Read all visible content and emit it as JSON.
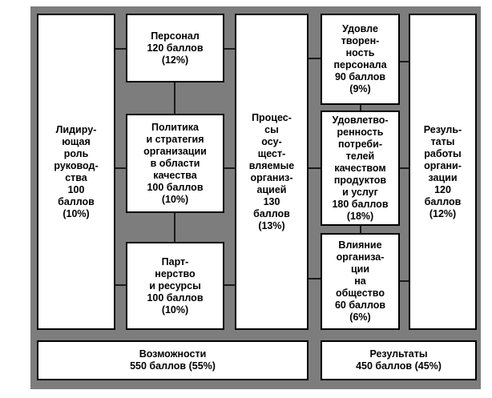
{
  "boxes": {
    "leadership": "Лидиру-\nющая\nроль\nруковод-\nства\n100\nбаллов\n(10%)",
    "personnel": "Персонал\n120 баллов\n(12%)",
    "policy": "Политика\nи стратегия\nорганизации\nв области\nкачества\n100 баллов\n(10%)",
    "partnership": "Парт-\nнерство\nи ресурсы\n100 баллов\n(10%)",
    "processes": "Процес-\nсы\nосу-\nщест-\nвляемые\nорганиз-\nацией\n130\nбаллов\n(13%)",
    "staff_satisfaction": "Удовле\nтворен-\nность\nперсонала\n90 баллов\n(9%)",
    "customer_satisfaction": "Удовлетво-\nренность\nпотреби-\nтелей\nкачеством\nпродуктов\nи услуг\n180 баллов\n(18%)",
    "society_impact": "Влияние\nорганиза-\nции\nна\nобщество\n60 баллов\n(6%)",
    "results": "Резуль-\nтаты\nработы\nоргани-\nзации\n120\nбаллов\n(12%)",
    "enablers_total": "Возможности\n550 баллов (55%)",
    "results_total": "Результаты\n450 баллов (45%)"
  },
  "colors": {
    "frame": "#7d7d7d",
    "box_fill": "#ffffff",
    "box_border": "#000000"
  }
}
